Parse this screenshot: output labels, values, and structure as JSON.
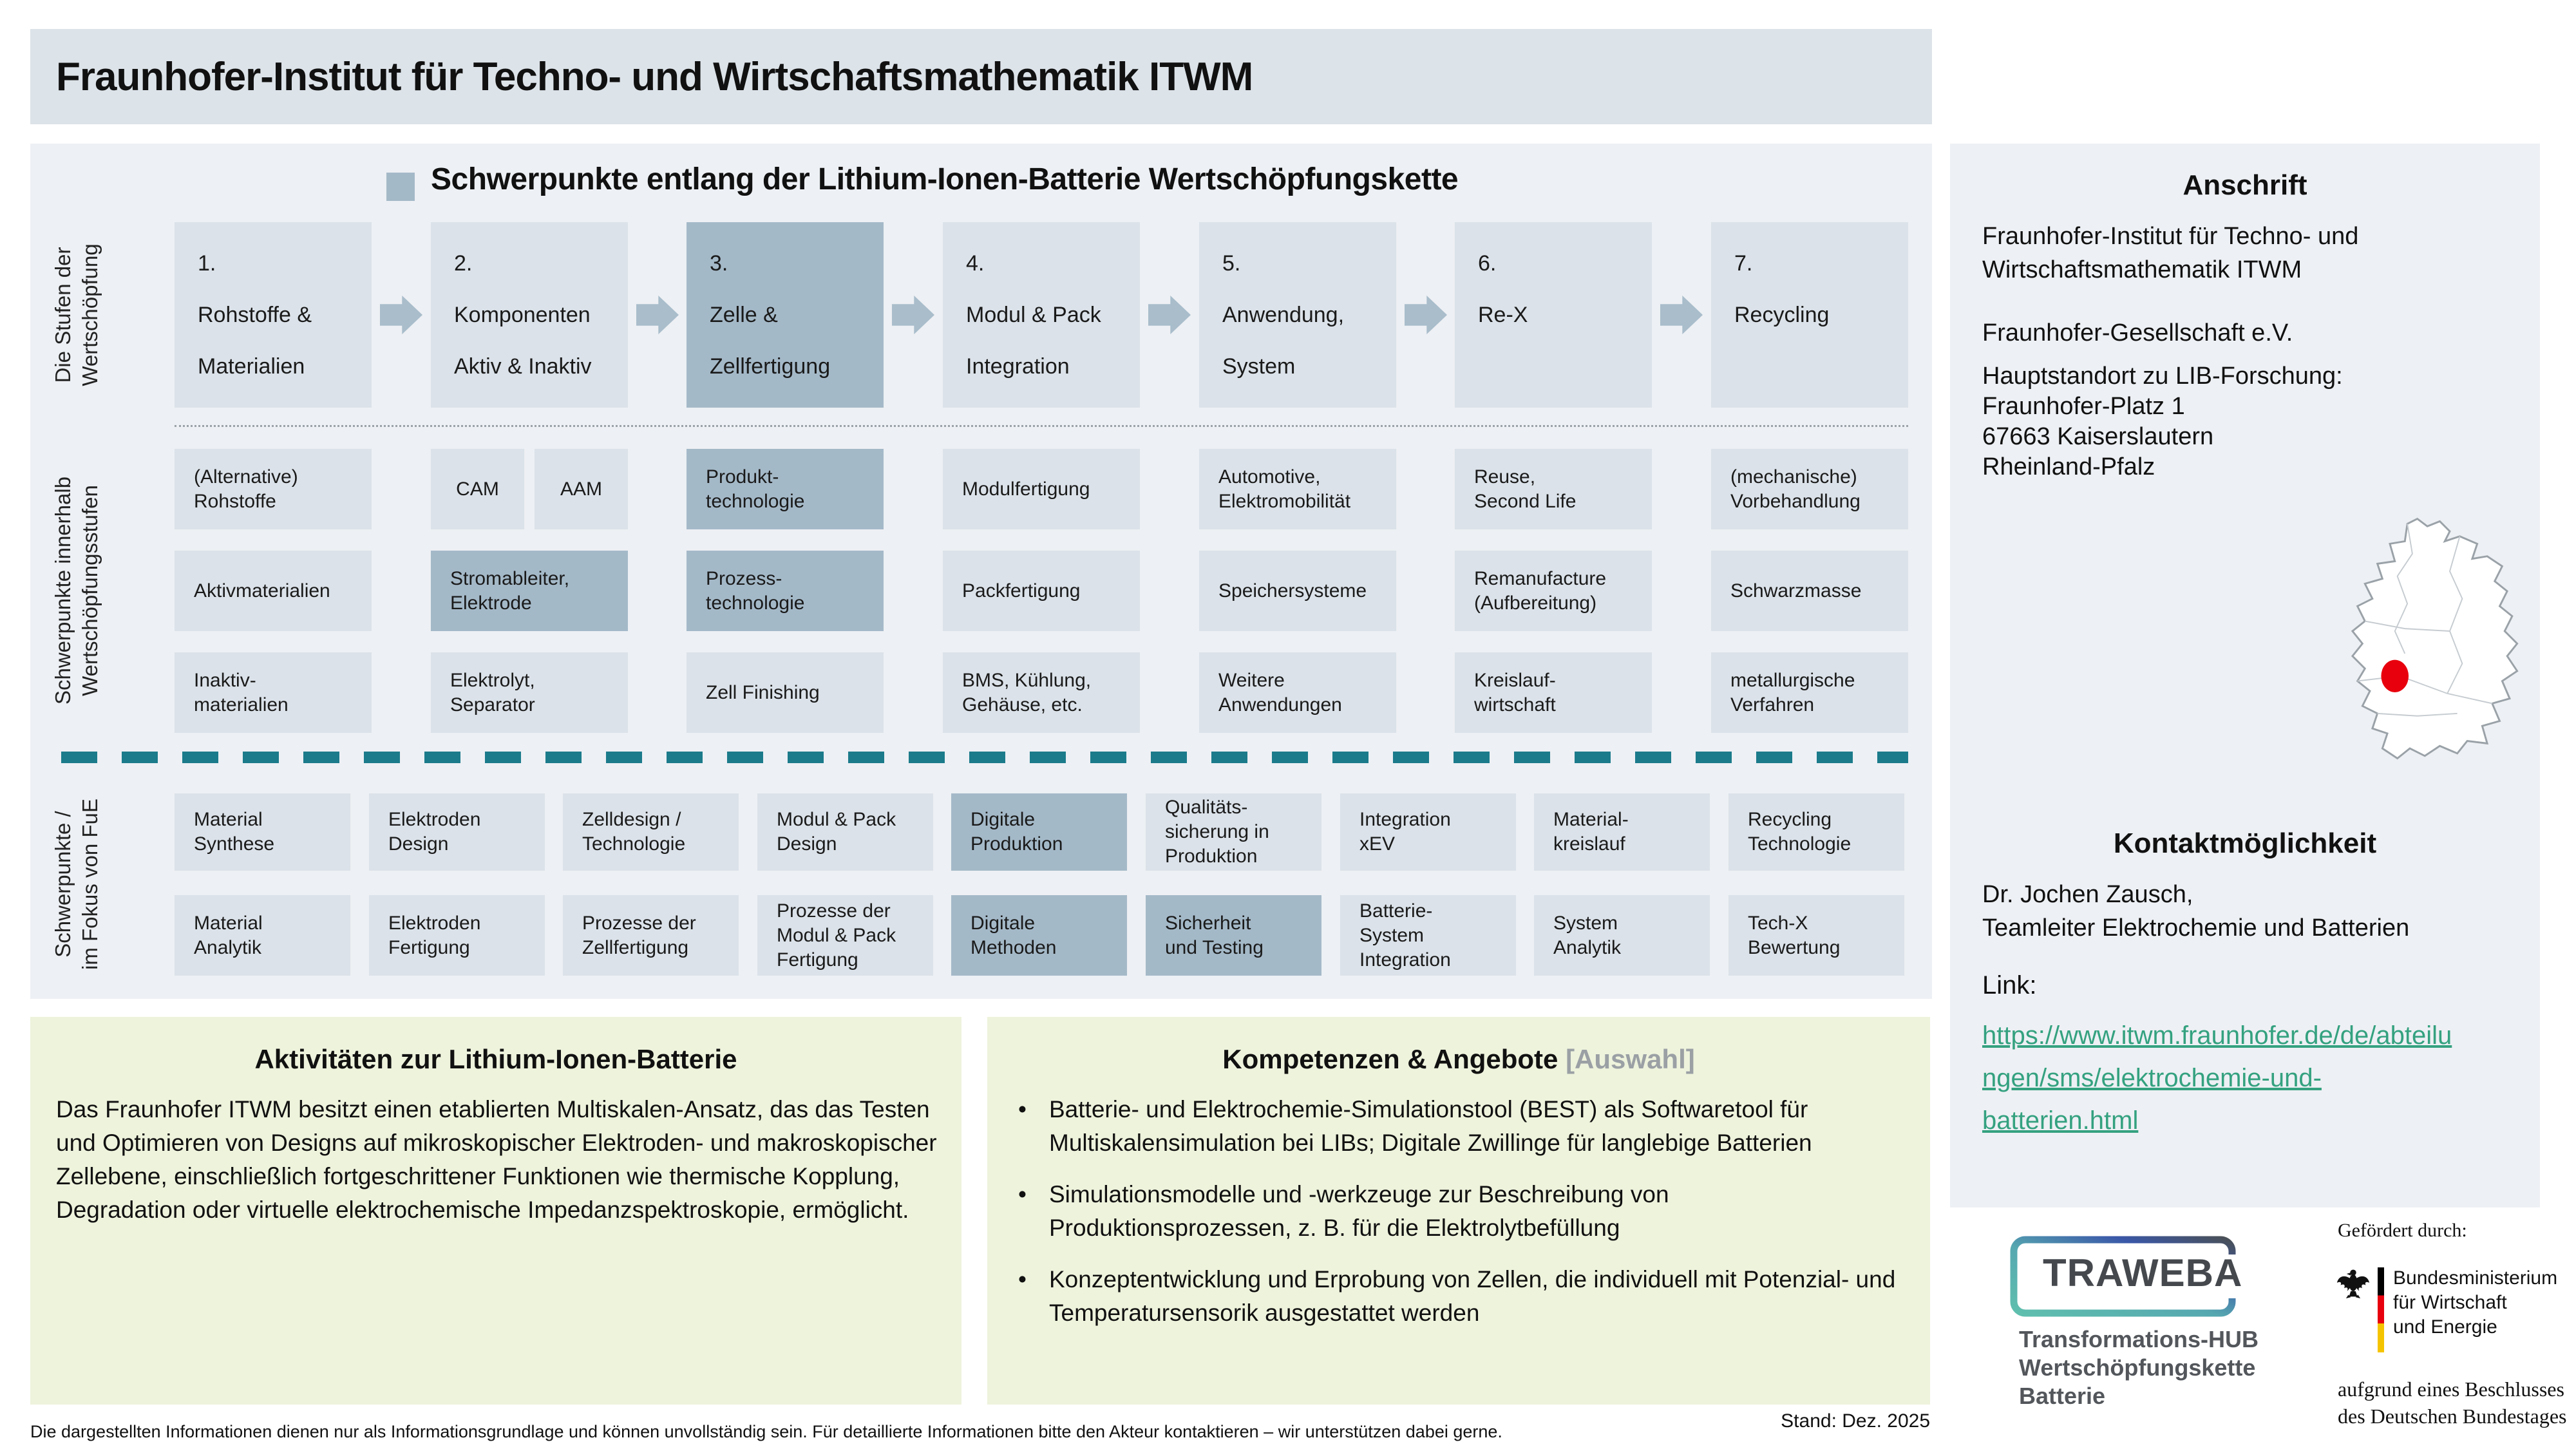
{
  "header": {
    "title": "Fraunhofer-Institut für Techno- und Wirtschaftsmathematik ITWM"
  },
  "colors": {
    "panel": "#edf0f4",
    "header_bar": "#dce3e9",
    "box_normal": "#dbe2e9",
    "box_highlight": "#a4b9c8",
    "arrow": "#a9bdcb",
    "teal_dash": "#1b7b8b",
    "green_panel": "#eef3dc",
    "link_green": "#34a17f",
    "marker_red": "#e8000d"
  },
  "main": {
    "section_title": "Schwerpunkte entlang der Lithium-Ionen-Batterie Wertschöpfungskette",
    "row_labels": [
      "Die Stufen der\nWertschöpfung",
      "Schwerpunkte innerhalb\nWertschöpfungsstufen",
      "Schwerpunkte /\nim Fokus  von FuE"
    ],
    "stages": [
      "1.\nRohstoffe &\nMaterialien",
      "2.\nKomponenten\nAktiv & Inaktiv",
      "3.\nZelle &\nZellfertigung",
      "4.\nModul & Pack\nIntegration",
      "5.\nAnwendung,\nSystem",
      "6.\nRe-X",
      "7.\nRecycling"
    ],
    "within": {
      "r1": [
        "(Alternative)\nRohstoffe",
        "CAM",
        "AAM",
        "Produkt-\ntechnologie",
        "Modulfertigung",
        "Automotive,\nElektromobilität",
        "Reuse,\nSecond Life",
        "(mechanische)\nVorbehandlung"
      ],
      "r2": [
        "Aktivmaterialien",
        "Stromableiter,\nElektrode",
        "Prozess-\ntechnologie",
        "Packfertigung",
        "Speichersysteme",
        "Remanufacture\n(Aufbereitung)",
        "Schwarzmasse"
      ],
      "r3": [
        "Inaktiv-\nmaterialien",
        "Elektrolyt,\nSeparator",
        "Zell Finishing",
        "BMS, Kühlung,\nGehäuse, etc.",
        "Weitere\nAnwendungen",
        "Kreislauf-\nwirtschaft",
        "metallurgische\nVerfahren"
      ]
    },
    "fue": {
      "r1": [
        "Material\nSynthese",
        "Elektroden\nDesign",
        "Zelldesign /\nTechnologie",
        "Modul & Pack\nDesign",
        "Digitale\nProduktion",
        "Qualitäts-\nsicherung in\nProduktion",
        "Integration\nxEV",
        "Material-\nkreislauf",
        "Recycling\nTechnologie"
      ],
      "r2": [
        "Material\nAnalytik",
        "Elektroden\nFertigung",
        "Prozesse der\nZellfertigung",
        "Prozesse der\nModul & Pack\nFertigung",
        "Digitale\nMethoden",
        "Sicherheit\nund Testing",
        "Batterie-\nSystem\nIntegration",
        "System\nAnalytik",
        "Tech-X\nBewertung"
      ]
    }
  },
  "sidebar": {
    "anschrift_title": "Anschrift",
    "institute": "Fraunhofer-Institut für Techno- und\nWirtschaftsmathematik ITWM",
    "gesellschaft": "Fraunhofer-Gesellschaft e.V.",
    "address": "Hauptstandort zu LIB-Forschung:\nFraunhofer-Platz 1\n67663 Kaiserslautern\nRheinland-Pfalz",
    "kontakt_title": "Kontaktmöglichkeit",
    "contact": "Dr. Jochen Zausch,\nTeamleiter Elektrochemie und Batterien",
    "link_label": "Link:",
    "link": "https://www.itwm.fraunhofer.de/de/abteilu\nngen/sms/elektrochemie-und-\nbatterien.html"
  },
  "aktivitaeten": {
    "title": "Aktivitäten zur Lithium-Ionen-Batterie",
    "text": "Das Fraunhofer ITWM besitzt einen etablierten Multiskalen-Ansatz, das das Testen und Optimieren von Designs auf mikroskopischer Elektroden- und makroskopischer Zellebene, einschließlich fortgeschrittener Funktionen wie thermische Kopplung, Degradation oder virtuelle elektrochemische Impedanzspektroskopie, ermöglicht."
  },
  "kompetenzen": {
    "title": "Kompetenzen & Angebote",
    "tag": "[Auswahl]",
    "bullets": [
      "Batterie- und Elektrochemie-Simulationstool (BEST) als Softwaretool für Multiskalensimulation bei LIBs; Digitale Zwillinge für langlebige Batterien",
      "Simulationsmodelle und -werkzeuge zur Beschreibung von Produktionsprozessen, z. B. für die Elektrolytbefüllung",
      "Konzeptentwicklung und Erprobung von Zellen, die individuell mit Potenzial- und Temperatursensorik ausgestattet werden"
    ]
  },
  "logos": {
    "traweba": "TRAWEBA",
    "traweba_sub": "Transformations-HUB\nWertschöpfungskette\nBatterie",
    "gefoerdert": "Gefördert durch:",
    "ministerium": "Bundesministerium\nfür Wirtschaft\nund Energie",
    "bundestag": "aufgrund eines Beschlusses\ndes Deutschen Bundestages"
  },
  "stand": "Stand: Dez. 2025",
  "footer": "Die dargestellten Informationen dienen nur als Informationsgrundlage und können unvollständig sein. Für detaillierte Informationen bitte den Akteur kontaktieren – wir unterstützen dabei gerne."
}
